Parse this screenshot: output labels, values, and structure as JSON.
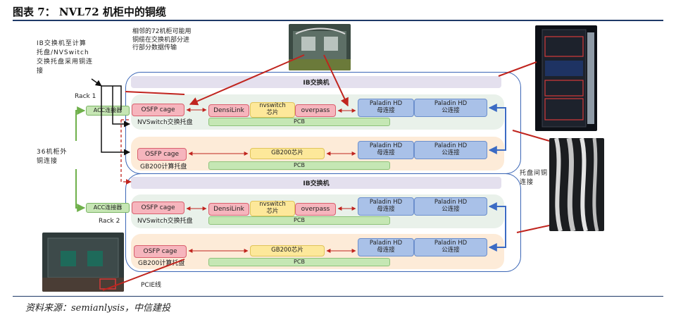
{
  "figure": {
    "title": "图表 7： NVL72 机柜中的铜缆"
  },
  "source": "资料来源：semianlysis，中信建投",
  "annotations": {
    "ib_switch_copper": "IB交换机至计算托盘/NVSwitch交换托盘采用铜连接",
    "neighbor_rack": "相邻的72机柜可能用铜缆在交换机部分进行部分数据传输",
    "outside_36": "36机柜外铜连接",
    "tray_copper": "托盘间铜连接",
    "pcie": "PCIE线"
  },
  "racks": [
    {
      "label": "Rack 1",
      "acc": "ACC连接器",
      "ib": "IB交换机",
      "nvswitch_tray": {
        "label": "NVSwitch交换托盘",
        "osfp": "OSFP cage",
        "densilink": "DensiLink",
        "nvswitch_chip": "nvswitch芯片",
        "overpass": "overpass",
        "pcb": "PCB",
        "paladin_female": "Paladin HD母连接",
        "paladin_male": "Paladin HD公连接"
      },
      "gb200_tray": {
        "label": "GB200计算托盘",
        "osfp": "OSFP cage",
        "chip": "GB200芯片",
        "pcb": "PCB",
        "paladin_female": "Paladin HD母连接",
        "paladin_male": "Paladin HD公连接"
      }
    },
    {
      "label": "Rack 2",
      "acc": "ACC连接器",
      "ib": "IB交换机",
      "nvswitch_tray": {
        "label": "NVSwitch交换托盘",
        "osfp": "OSFP cage",
        "densilink": "DensiLink",
        "nvswitch_chip": "nvswitch芯片",
        "overpass": "overpass",
        "pcb": "PCB",
        "paladin_female": "Paladin HD母连接",
        "paladin_male": "Paladin HD公连接"
      },
      "gb200_tray": {
        "label": "GB200计算托盘",
        "osfp": "OSFP cage",
        "chip": "GB200芯片",
        "pcb": "PCB",
        "paladin_female": "Paladin HD母连接",
        "paladin_male": "Paladin HD公连接"
      }
    }
  ],
  "colors": {
    "rack_border": "#3b66b6",
    "arrow_red": "#c0241e",
    "arrow_green": "#6fb04b",
    "arrow_blue": "#3c6bc4"
  }
}
